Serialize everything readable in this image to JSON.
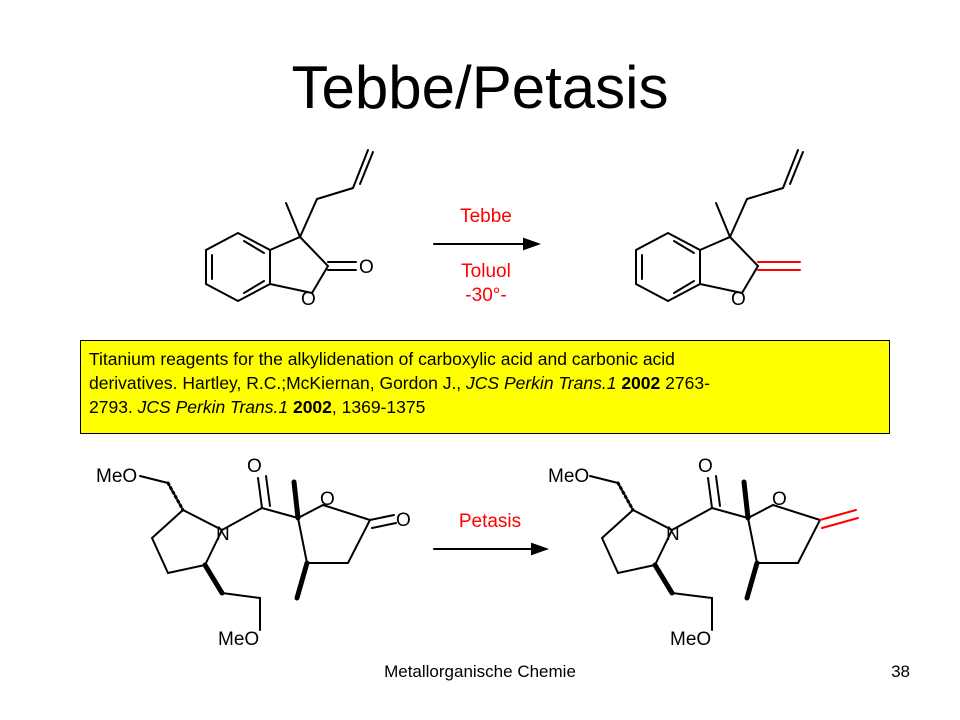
{
  "slide": {
    "title": "Tebbe/Petasis",
    "footer": "Metallorganische Chemie",
    "page_number": "38"
  },
  "reaction1": {
    "reagent": "Tebbe",
    "solvent": "Toluol",
    "temperature": "-30°-",
    "reactant_label_carbonyl_o": "O",
    "reactant_label_ring_o": "O",
    "product_label_ring_o": "O"
  },
  "reference": {
    "line1": "Titanium reagents for the alkylidenation of carboxylic acid and carbonic acid",
    "line2_text": "derivatives. Hartley, R.C.;McKiernan, Gordon J., ",
    "line2_journal": "JCS Perkin Trans.1",
    "line2_year": "2002",
    "line2_pages": "2763-",
    "line3_pages": "2793.",
    "line3_journal": "JCS Perkin Trans.1",
    "line3_year": "2002",
    "line3_pages2": ", 1369-1375"
  },
  "reaction2": {
    "reagent": "Petasis",
    "meo_top": "MeO",
    "meo_bottom": "MeO",
    "n_label": "N",
    "o_amide": "O",
    "o_ring": "O",
    "o_lactone": "O"
  },
  "colors": {
    "reagent_text": "#ff0000",
    "new_bond": "#ff0000",
    "reference_bg": "#ffff00"
  }
}
